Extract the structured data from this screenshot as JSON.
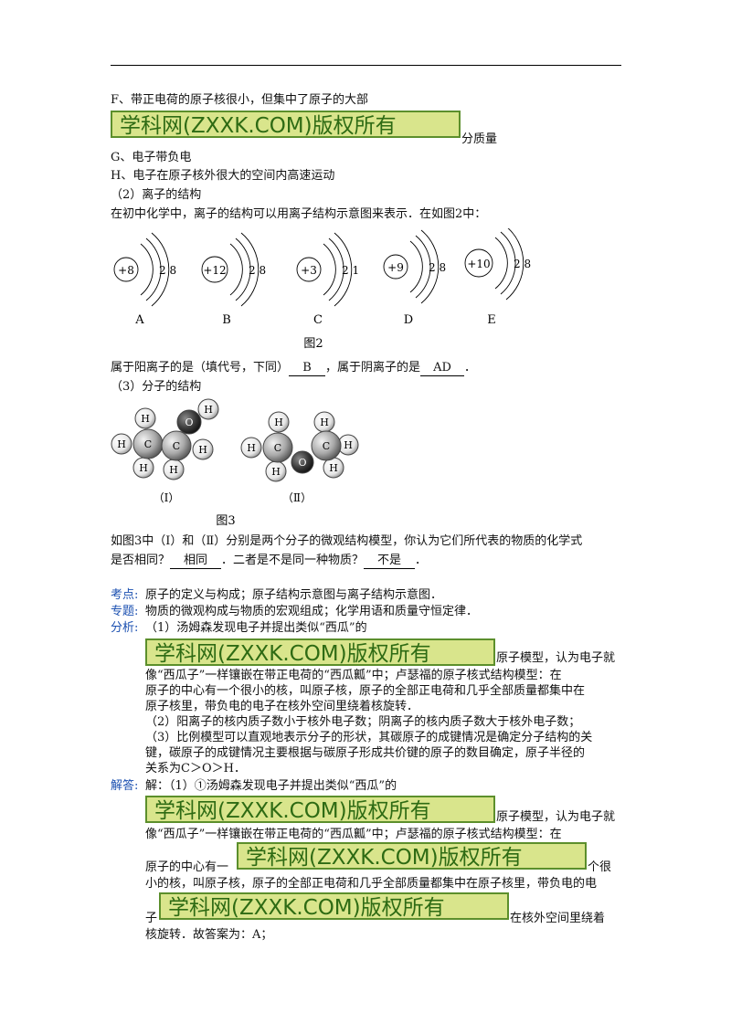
{
  "lines": {
    "F": "F、带正电荷的原子核很小，但集中了原子的大部",
    "F_tail": "分质量",
    "G": "G、电子带负电",
    "H": "H、电子在原子核外很大的空间内高速运动",
    "sec2": "（2）离子的结构",
    "intro": "在初中化学中，离子的结构可以用离子结构示意图来表示．在如图2中：",
    "q_prefix": "属于阳离子的是（填代号，下同）",
    "q_ans1": "B",
    "q_mid": "，属于阴离子的是",
    "q_ans2": "AD",
    "q_end": "．",
    "sec3": "（3）分子的结构",
    "q3a_prefix": "如图3中（Ⅰ）和（Ⅱ）分别是两个分子的微观结构模型，你认为它们所代表的物质的化学式",
    "q3b_prefix": "是否相同？",
    "q3b_ans1": "相同",
    "q3b_mid": "．二者是不是同一种物质？",
    "q3b_ans2": "不是",
    "q3b_end": "．"
  },
  "watermark": "学科网(ZXXK.COM)版权所有",
  "fig2": {
    "caption": "图2",
    "ions": [
      {
        "letter": "A",
        "nucleus": "+8",
        "shells": "2 8"
      },
      {
        "letter": "B",
        "nucleus": "+12",
        "shells": "2 8"
      },
      {
        "letter": "C",
        "nucleus": "+3",
        "shells": "2 1"
      },
      {
        "letter": "D",
        "nucleus": "+9",
        "shells": "2 8"
      },
      {
        "letter": "E",
        "nucleus": "+10",
        "shells": "2 8"
      }
    ]
  },
  "fig3": {
    "caption": "图3",
    "label1": "（Ⅰ）",
    "label2": "（Ⅱ）",
    "atoms": {
      "H": "H",
      "C": "C",
      "O": "O"
    }
  },
  "analysis": {
    "kaodian_label": "考点:",
    "kaodian": "原子的定义与构成；原子结构示意图与离子结构示意图．",
    "zhuanti_label": "专题:",
    "zhuanti": "物质的微观构成与物质的宏观组成；化学用语和质量守恒定律．",
    "fenxi_label": "分析:",
    "fenxi_1": "（1）汤姆森发现电子并提出类似“西瓜”的",
    "fenxi_1_tail": "原子模型，认为电子就",
    "fenxi_2": "像“西瓜子”一样镶嵌在带正电荷的“西瓜瓤”中；卢瑟福的原子核式结构模型：在",
    "fenxi_3": "原子的中心有一个很小的核，叫原子核，原子的全部正电荷和几乎全部质量都集中在",
    "fenxi_4": "原子核里，带负电的电子在核外空间里绕着核旋转．",
    "fenxi_5": "（2）阳离子的核内质子数小于核外电子数；阴离子的核内质子数大于核外电子数；",
    "fenxi_6": "（3）比例模型可以直观地表示分子的形状，其碳原子的成键情况是确定分子结构的关",
    "fenxi_7": "键，碳原子的成键情况主要根据与碳原子形成共价键的原子的数目确定，原子半径的",
    "fenxi_8": "关系为C＞O＞H．",
    "jieda_label": "解答:",
    "jieda_1": "解：（1）①汤姆森发现电子并提出类似“西瓜”的",
    "jieda_1_tail": "原子模型，认为电子就",
    "jieda_2": "像“西瓜子”一样镶嵌在带正电荷的“西瓜瓤”中；卢瑟福的原子核式结构模型：在",
    "jieda_3": "原子的中心有一",
    "jieda_3_tail": "个很",
    "jieda_4": "小的核，叫原子核，原子的全部正电荷和几乎全部质量都集中在原子核里，带负电的电",
    "jieda_5": "子",
    "jieda_5_tail": "在核外空间里绕着",
    "jieda_6": "核旋转．故答案为：A；"
  }
}
